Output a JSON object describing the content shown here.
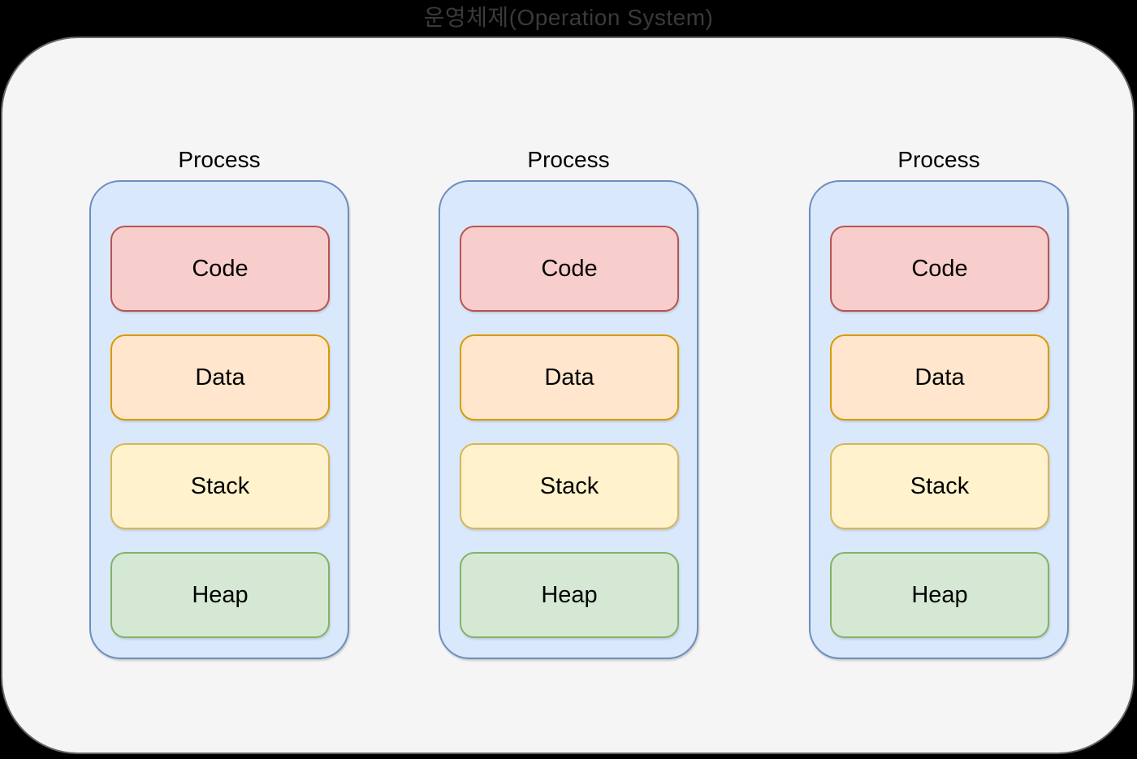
{
  "title": "운영체제(Operation System)",
  "os_container": {
    "fill": "#f5f5f5",
    "stroke": "#666666",
    "background": "#000000",
    "title_color": "#3a3a3a"
  },
  "process_style": {
    "fill": "#dae8fc",
    "stroke": "#6c8ebf"
  },
  "segment_styles": {
    "code": {
      "fill": "#f8cecc",
      "stroke": "#b85450"
    },
    "data": {
      "fill": "#ffe6cc",
      "stroke": "#d79b00"
    },
    "stack": {
      "fill": "#fff2cc",
      "stroke": "#d6b656"
    },
    "heap": {
      "fill": "#d5e8d4",
      "stroke": "#82b366"
    }
  },
  "processes": [
    {
      "label": "Process",
      "segments": [
        {
          "label": "Code"
        },
        {
          "label": "Data"
        },
        {
          "label": "Stack"
        },
        {
          "label": "Heap"
        }
      ]
    },
    {
      "label": "Process",
      "segments": [
        {
          "label": "Code"
        },
        {
          "label": "Data"
        },
        {
          "label": "Stack"
        },
        {
          "label": "Heap"
        }
      ]
    },
    {
      "label": "Process",
      "segments": [
        {
          "label": "Code"
        },
        {
          "label": "Data"
        },
        {
          "label": "Stack"
        },
        {
          "label": "Heap"
        }
      ]
    }
  ]
}
